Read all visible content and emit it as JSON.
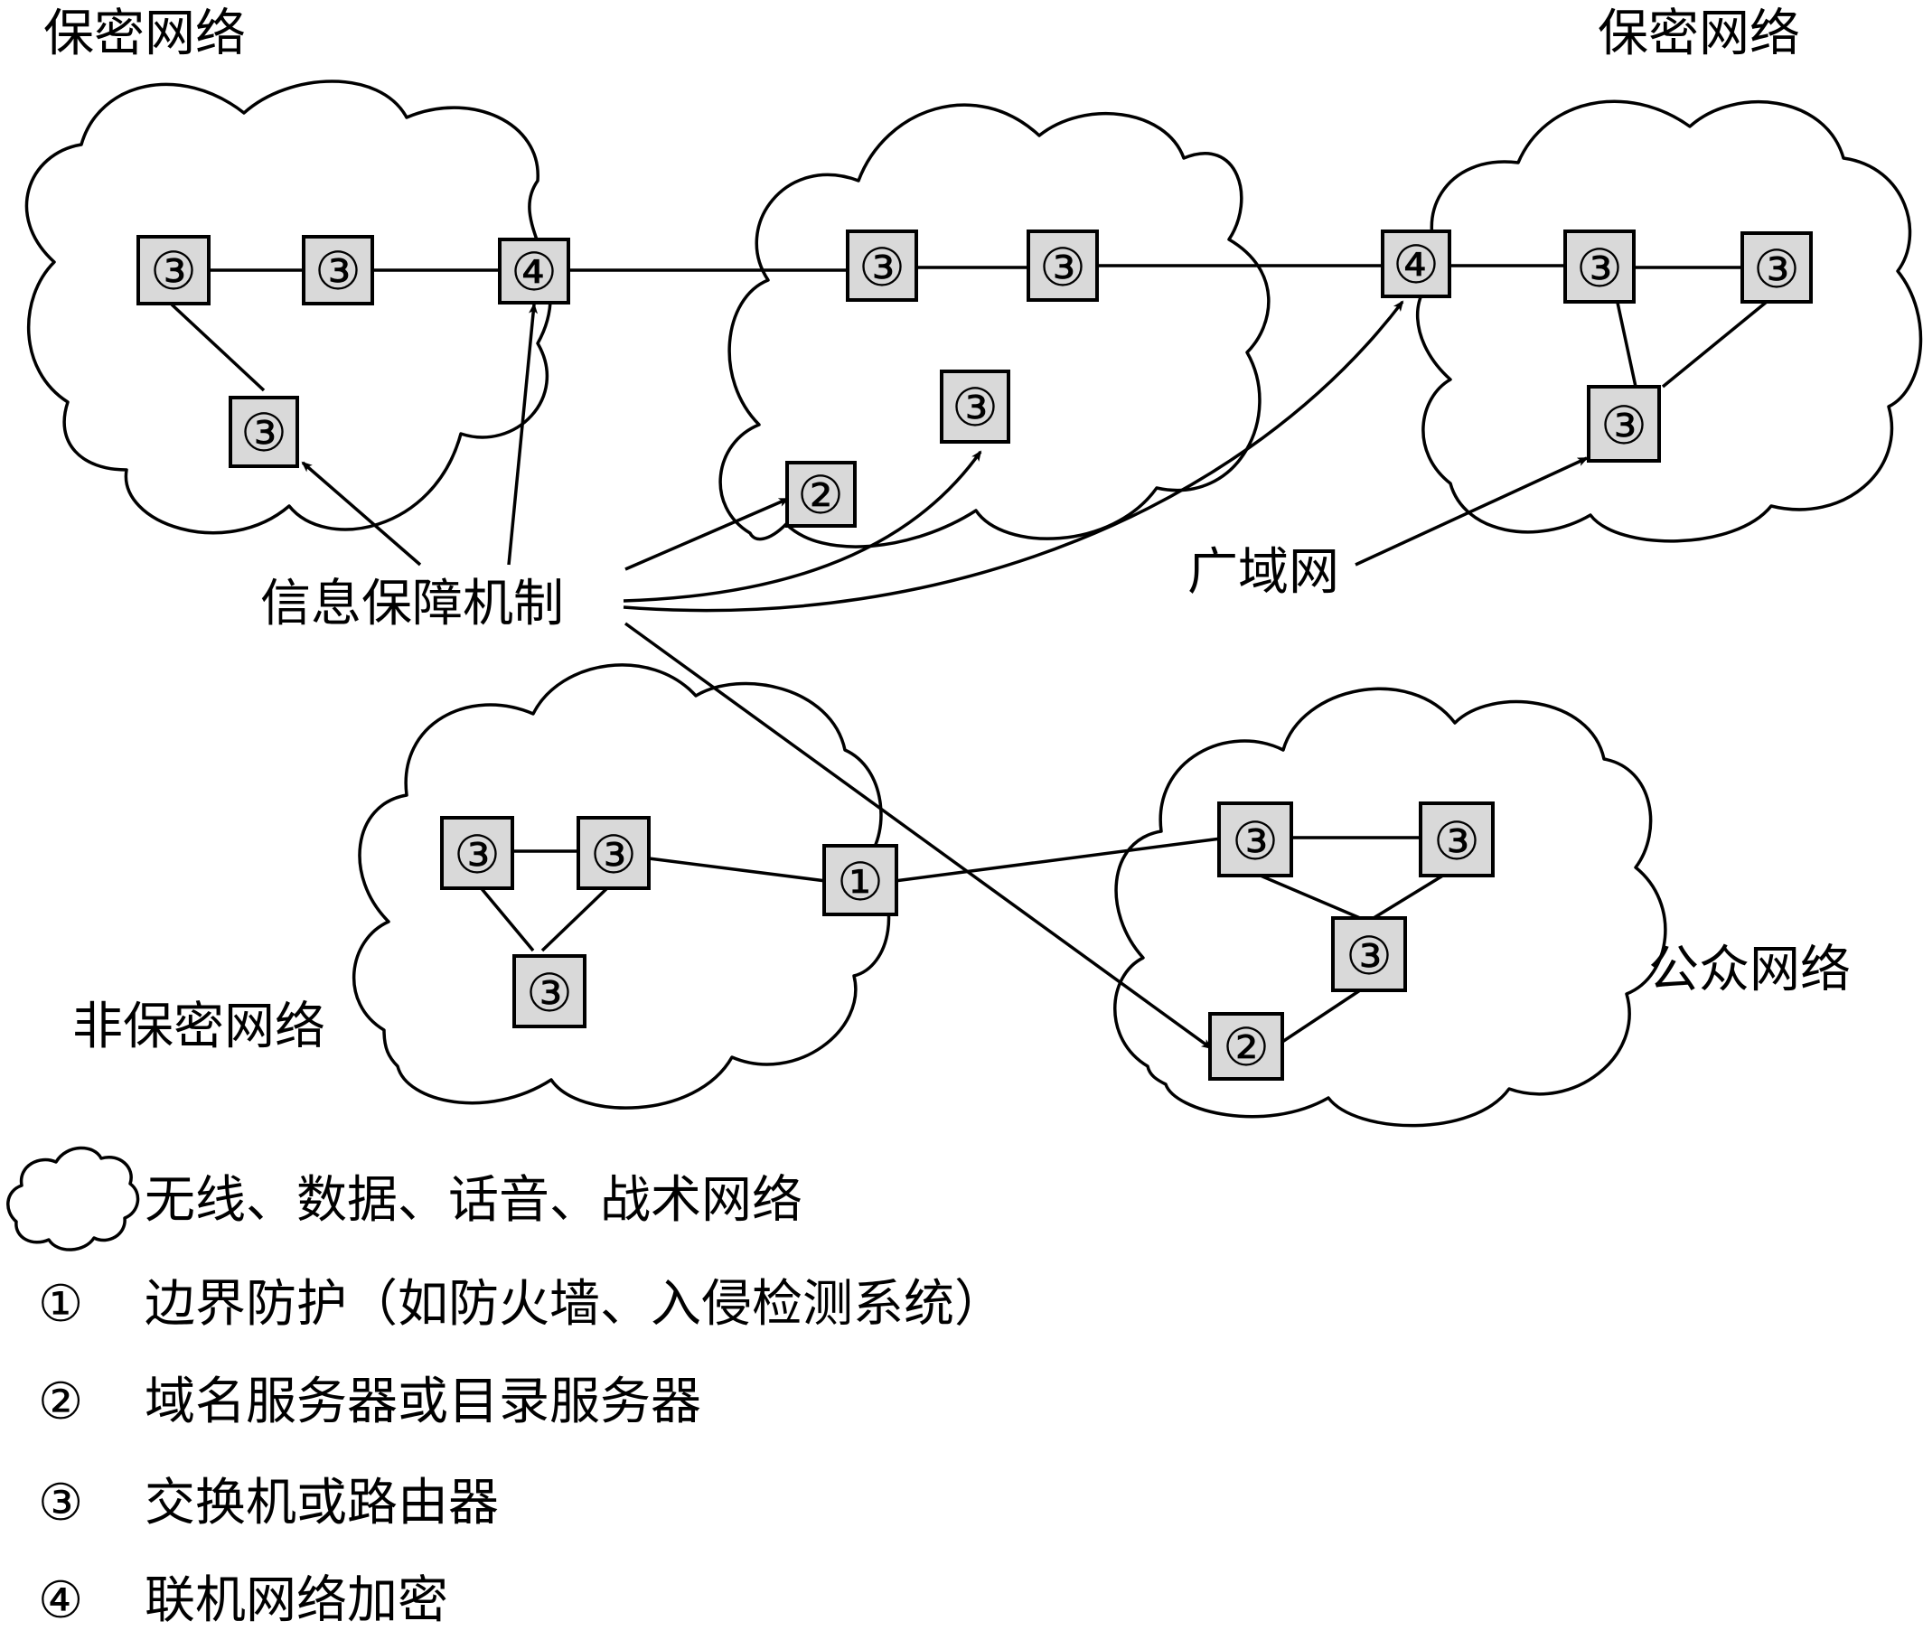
{
  "labels": {
    "classified_left": "保密网络",
    "classified_right": "保密网络",
    "mechanism": "信息保障机制",
    "wan": "广域网",
    "unclassified": "非保密网络",
    "public": "公众网络"
  },
  "nodes": {
    "n1": "③",
    "n2": "③",
    "n3": "④",
    "n4": "③",
    "n5": "③",
    "n6": "③",
    "n7": "③",
    "n8": "②",
    "n9": "④",
    "n10": "③",
    "n11": "③",
    "n12": "③",
    "n13": "③",
    "n14": "③",
    "n15": "①",
    "n16": "③",
    "n17": "③",
    "n18": "③",
    "n19": "③",
    "n20": "②"
  },
  "legend": [
    {
      "symbol": "",
      "text": "无线、数据、话音、战术网络"
    },
    {
      "symbol": "①",
      "text": "边界防护（如防火墙、入侵检测系统）"
    },
    {
      "symbol": "②",
      "text": "域名服务器或目录服务器"
    },
    {
      "symbol": "③",
      "text": "交换机或路由器"
    },
    {
      "symbol": "④",
      "text": "联机网络加密"
    }
  ]
}
